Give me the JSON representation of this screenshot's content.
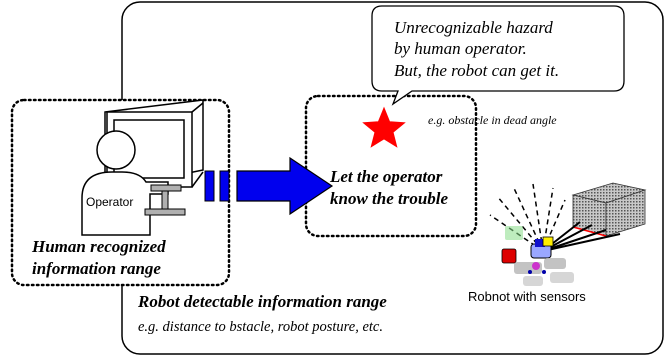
{
  "callout": {
    "lines": [
      "Unrecognizable hazard",
      "by human operator.",
      "But, the robot can get it."
    ]
  },
  "hazard": {
    "caption": "e.g. obstacle in dead angle",
    "color": "#ff0000"
  },
  "human_box": {
    "operator_label": "Operator",
    "title_lines": [
      "Human recognized",
      "information range"
    ]
  },
  "arrow": {
    "color": "#0000ee",
    "label_lines": [
      "Let the operator",
      "know the trouble"
    ]
  },
  "robot": {
    "label": "Robnot with sensors"
  },
  "robot_range": {
    "title": "Robot detectable information range",
    "example": "e.g. distance to bstacle, robot posture, etc."
  }
}
